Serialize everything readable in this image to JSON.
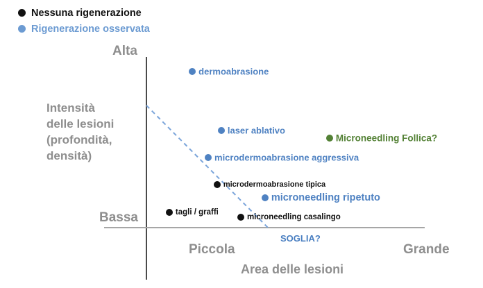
{
  "colors": {
    "background": "#ffffff",
    "black": "#111111",
    "point_blue": "#4f82c2",
    "legend_blue": "#6c9bd2",
    "green": "#538135",
    "axis_gray": "#8e8e8e",
    "axis_line_dark": "#4a4a4a",
    "axis_line_gray": "#a6a6a6",
    "threshold_blue": "#7aa4da",
    "soglia_blue": "#4a7fc1"
  },
  "legend": {
    "items": [
      {
        "label": "Nessuna rigenerazione",
        "color": "#111111"
      },
      {
        "label": "Rigenerazione osservata",
        "color": "#6c9bd2"
      }
    ]
  },
  "axes": {
    "y_top": "Alta",
    "y_bottom": "Bassa",
    "y_title_lines": [
      "Intensità",
      "delle lesioni",
      "(profondità,",
      "densità)"
    ],
    "x_left": "Piccola",
    "x_right": "Grande",
    "x_title": "Area delle lesioni"
  },
  "chart_data": {
    "type": "scatter",
    "title": "",
    "xlabel": "Area delle lesioni",
    "ylabel": "Intensità delle lesioni (profondità, densità)",
    "x_axis_qualitative_range": [
      "Piccola",
      "Grande"
    ],
    "y_axis_qualitative_range": [
      "Bassa",
      "Alta"
    ],
    "axis_units": "relative 0-100 (qualitative axes, no numeric ticks)",
    "grid": false,
    "legend_position": "top-left",
    "series": [
      {
        "name": "Nessuna rigenerazione",
        "color": "#111111",
        "points": [
          {
            "label": "microdermoabrasione tipica",
            "x": 25.4,
            "y": 25.5,
            "label_size": 11
          },
          {
            "label": "tagli / graffi",
            "x": 8.2,
            "y": 9.3,
            "label_size": 11.5
          },
          {
            "label": "microneedling casalingo",
            "x": 33.9,
            "y": 6.5,
            "label_size": 11.5
          }
        ]
      },
      {
        "name": "Rigenerazione osservata",
        "color": "#4f82c2",
        "points": [
          {
            "label": "dermoabrasione",
            "x": 16.5,
            "y": 91.5,
            "label_size": 13
          },
          {
            "label": "laser ablativo",
            "x": 26.9,
            "y": 57.1,
            "label_size": 13
          },
          {
            "label": "microdermoabrasione aggressiva",
            "x": 22.2,
            "y": 41.3,
            "label_size": 13
          },
          {
            "label": "microneedling ripetuto",
            "x": 42.6,
            "y": 17.8,
            "label_size": 14.5
          }
        ]
      },
      {
        "name": "Microneedling Follica?",
        "color": "#538135",
        "points": [
          {
            "label": "Microneedling Follica?",
            "x": 65.8,
            "y": 52.6,
            "label_size": 13.5
          }
        ]
      }
    ],
    "threshold": {
      "label": "SOGLIA?",
      "x1": 0,
      "y1": 71.7,
      "x2": 43.9,
      "y2": 0,
      "style": "dashed",
      "color": "#7aa4da"
    }
  }
}
